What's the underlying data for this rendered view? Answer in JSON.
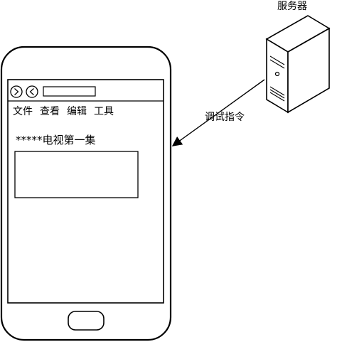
{
  "server": {
    "label": "服务器"
  },
  "arrow": {
    "label": "调试指令"
  },
  "phone": {
    "browser": {
      "menu": {
        "file": "文件",
        "view": "查看",
        "edit": "编辑",
        "tools": "工具"
      },
      "content_title": "*****电视第一集"
    }
  },
  "colors": {
    "stroke": "#000000",
    "background": "#ffffff"
  }
}
